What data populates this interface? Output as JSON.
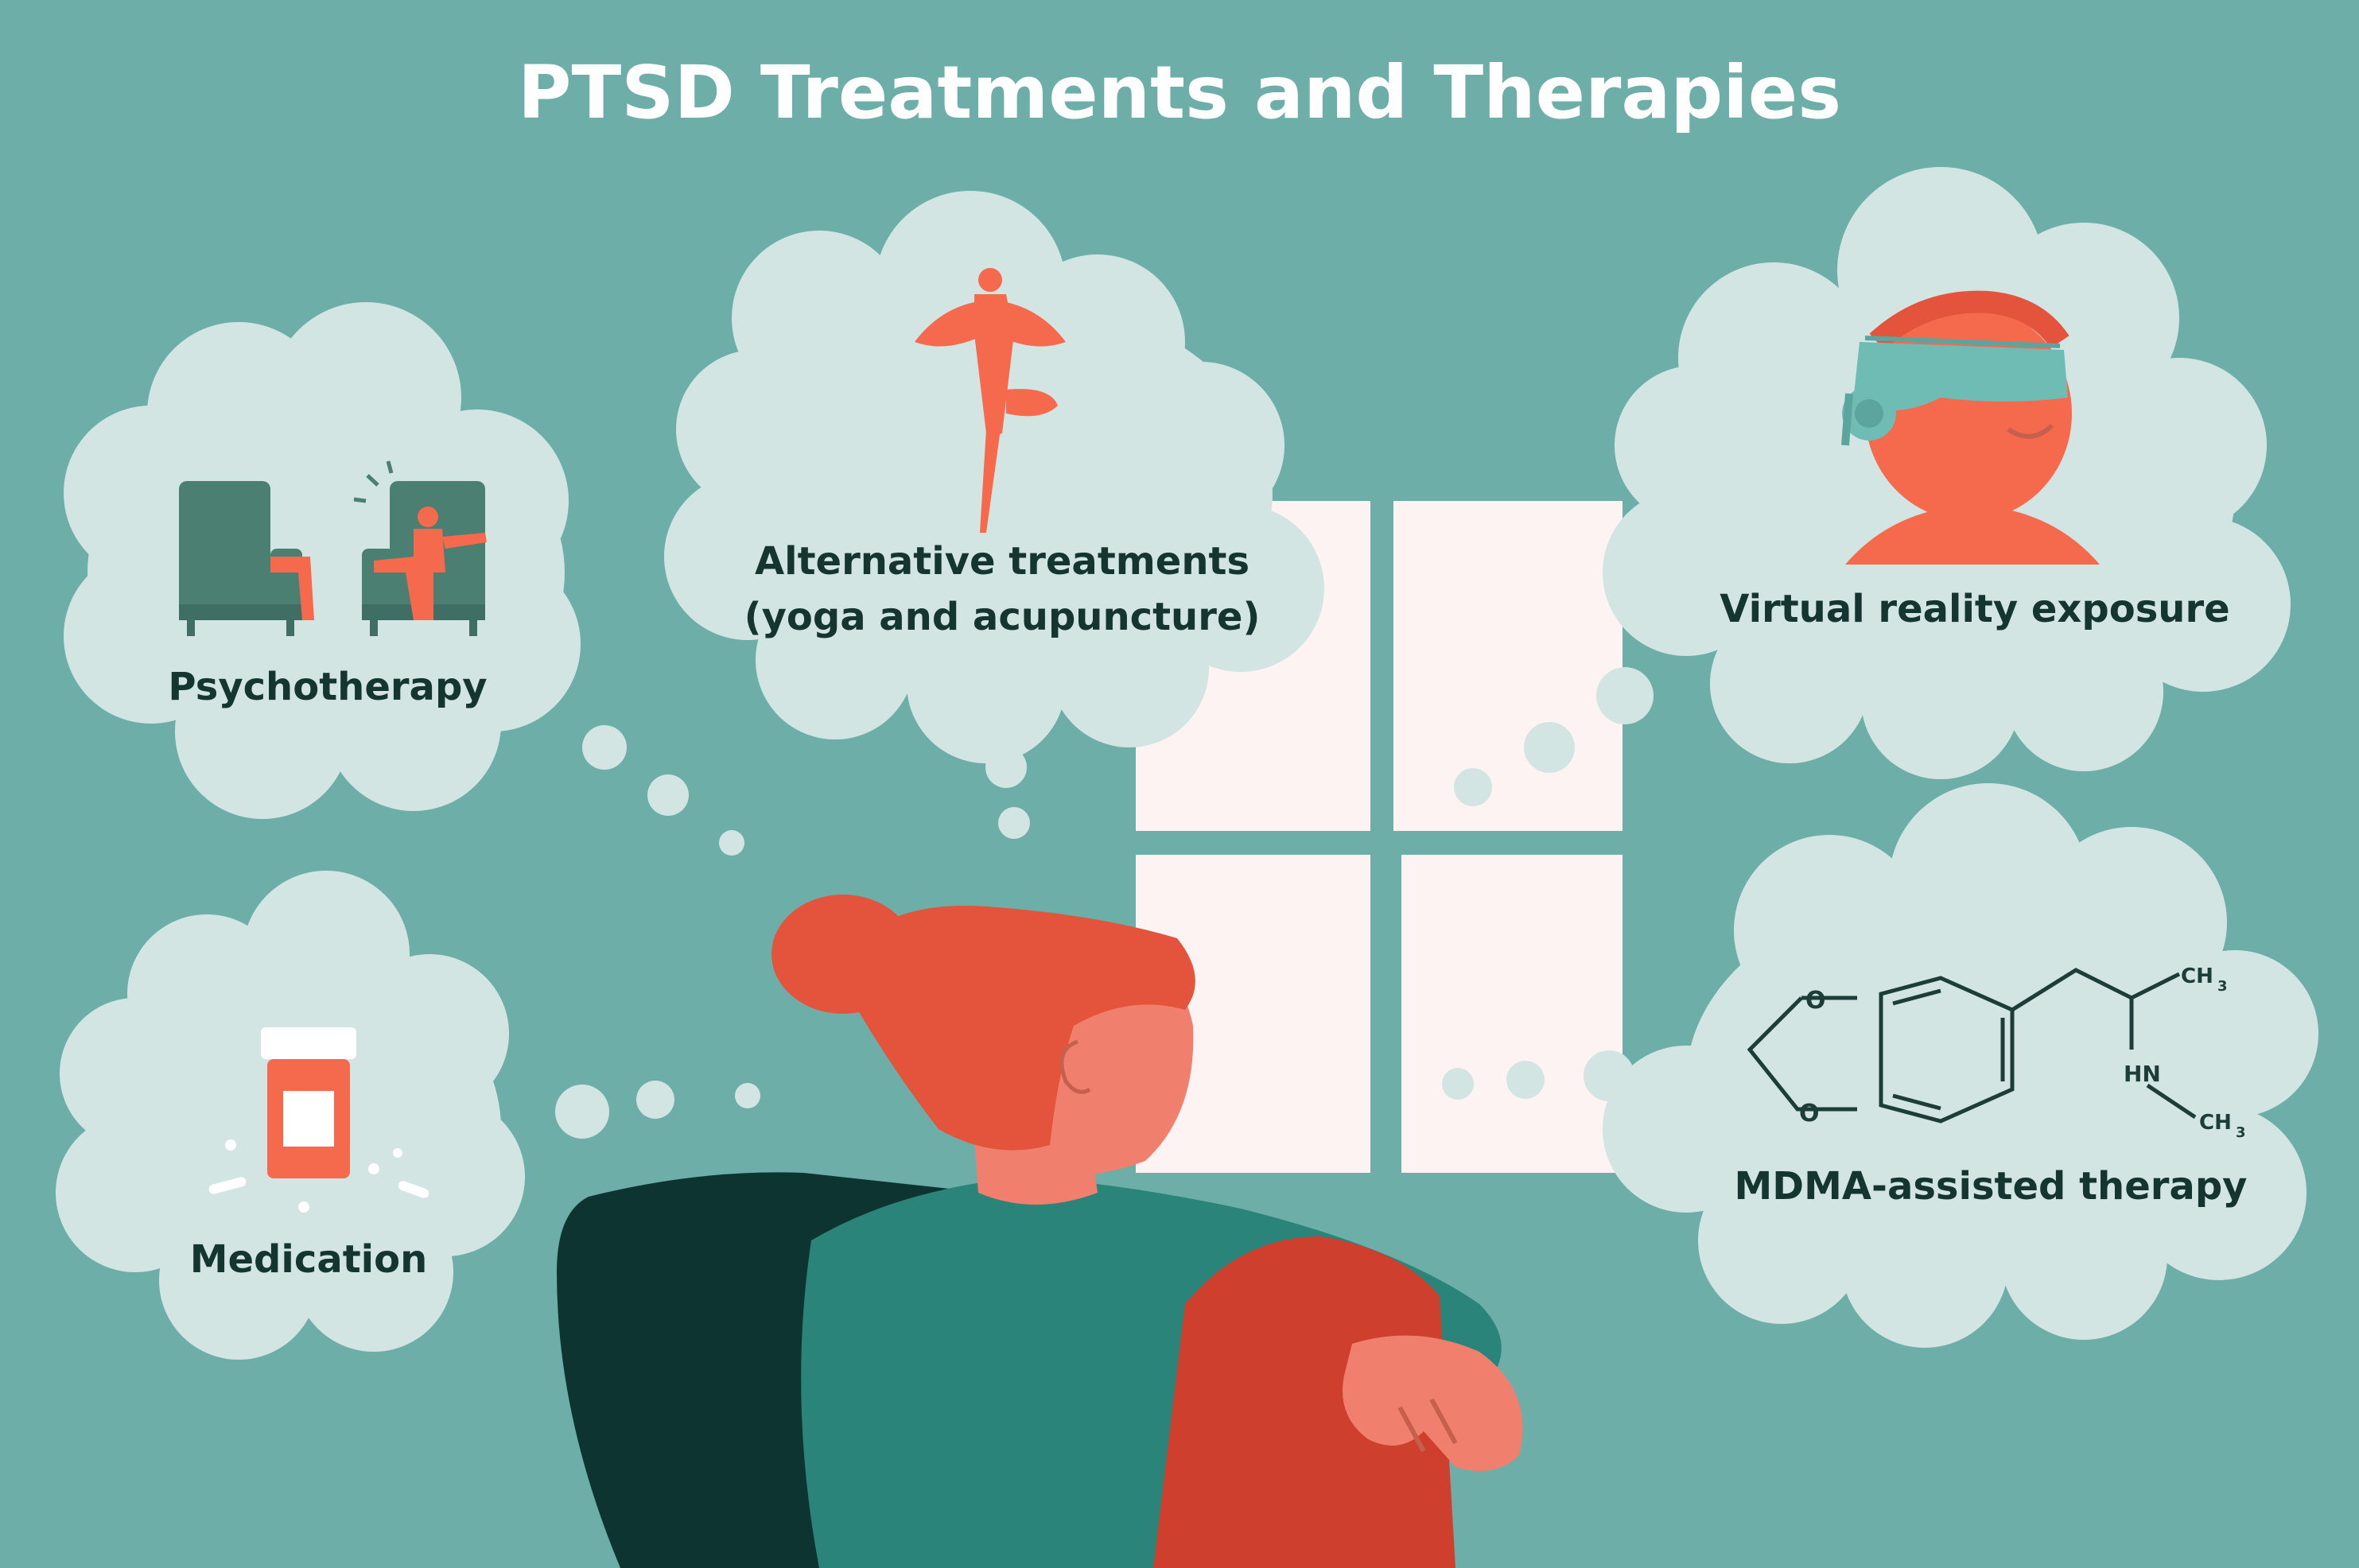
{
  "title": "PTSD Treatments and Therapies",
  "colors": {
    "background": "#6daea8",
    "cloud": "#d3e5e3",
    "title_text": "#ffffff",
    "label_text": "#143530",
    "accent_orange": "#f56a4d",
    "hair": "#e4533b",
    "skin": "#f0806d",
    "sweater": "#2a8479",
    "pants": "#cf3f2e",
    "chair": "#0e3432",
    "window": "#fdf3f2",
    "armchair": "#4b7f72",
    "molecule_line": "#1d3d38",
    "vr_headset": "#6fbcb5"
  },
  "bubbles": {
    "psychotherapy": {
      "label": "Psychotherapy",
      "icon": "therapy-session-icon"
    },
    "alternative": {
      "line1": "Alternative treatments",
      "line2": "(yoga and acupuncture)",
      "icon": "yoga-pose-icon"
    },
    "vr": {
      "label": "Virtual reality exposure",
      "icon": "vr-headset-icon"
    },
    "medication": {
      "label": "Medication",
      "icon": "pill-bottle-icon"
    },
    "mdma": {
      "label": "MDMA-assisted therapy",
      "icon": "mdma-molecule-icon",
      "molecule_labels": {
        "o_top": "O",
        "o_bottom": "O",
        "nh": "HN",
        "ch3_top": "CH",
        "ch3_bottom": "CH",
        "sub": "3"
      }
    }
  }
}
